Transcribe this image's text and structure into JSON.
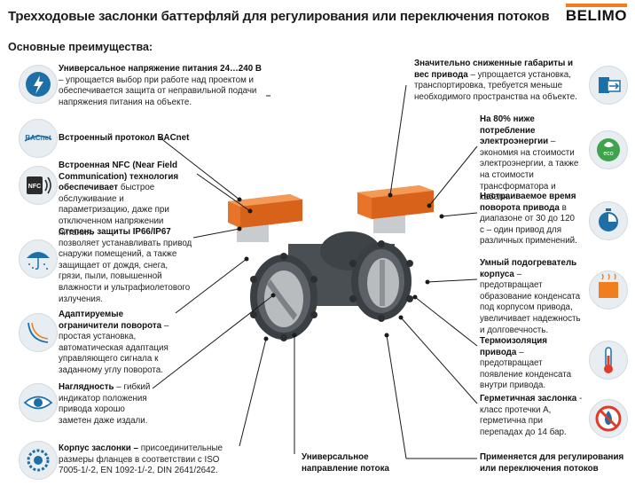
{
  "header": {
    "title": "Трехходовые заслонки баттерфляй для регулирования или переключения потоков",
    "logo": "BELIMO"
  },
  "subtitle": "Основные преимущества:",
  "left_features": [
    {
      "title": "Универсальное напряжение питания 24…240 В",
      "text": "– упрощается выбор при работе над проектом и обеспечивается защита от неправильной подачи напряжения питания на объекте."
    },
    {
      "title": "Встроенный протокол BACnet",
      "text": ""
    },
    {
      "title": "Встроенная NFC (Near Field Communication) технология обеспечивает",
      "text": "быстрое обслуживание и параметризацию, даже при отключенном напряжении питания."
    },
    {
      "title": "Степень защиты IP66/IP67",
      "text": "позволяет устанавливать привод снаружи помещений, а также защищает от дождя, снега, грязи, пыли, повышенной влажности и ультрафиолетового излучения."
    },
    {
      "title": "Адаптируемые ограничители поворота",
      "text": "– простая установка, автоматическая адаптация управляющего сигнала к заданному углу поворота."
    },
    {
      "title": "Наглядность",
      "text": "– гибкий индикатор положения привода хорошо заметен даже издали."
    },
    {
      "title": "Корпус заслонки –",
      "text": "присоединительные размеры фланцев в соответствии с ISO 7005-1/-2, EN 1092-1/-2, DIN 2641/2642."
    }
  ],
  "right_features": [
    {
      "title": "Значительно сниженные габариты и вес привода",
      "text": "– упрощается установка, транспортировка, требуется меньше необходимого пространства на объекте."
    },
    {
      "title": "На 80% ниже потребление электроэнергии",
      "text": "– экономия на стоимости электроэнергии, а также на стоимости трансформатора и кабеля."
    },
    {
      "title": "Настраиваемое время поворота привода",
      "text": "в диапазоне от 30 до 120 с – один привод для различных применений."
    },
    {
      "title": "Умный подогреватель корпуса",
      "text": "– предотвращает образование конденсата под корпусом привода, увеличивает надежность и долговечность."
    },
    {
      "title": "Термоизоляция привода",
      "text": "– предотвращает появление конденсата внутри привода."
    },
    {
      "title": "Герметичная заслонка",
      "text": "- класс протечки А, герметична при перепадах до 14 бар."
    },
    {
      "title": "Применяется для регулирования или переключения потоков",
      "text": ""
    }
  ],
  "bottom_label": "Универсальное направление потока",
  "icons": {
    "left": [
      "lightning-icon",
      "bacnet-icon",
      "nfc-icon",
      "weather-protection-icon",
      "rotation-limit-icon",
      "position-eye-icon",
      "valve-body-icon"
    ],
    "right": [
      "compact-size-icon",
      "eco-icon",
      "timer-icon",
      "heater-icon",
      "thermometer-icon",
      "no-leak-icon"
    ],
    "bacnet_badge": "BACnet",
    "nfc_badge": "NFC",
    "eco_badge": "eco"
  },
  "colors": {
    "accent": "#f07d1e",
    "icon_blue": "#1d6fa8",
    "icon_bg": "#e8edf1"
  }
}
